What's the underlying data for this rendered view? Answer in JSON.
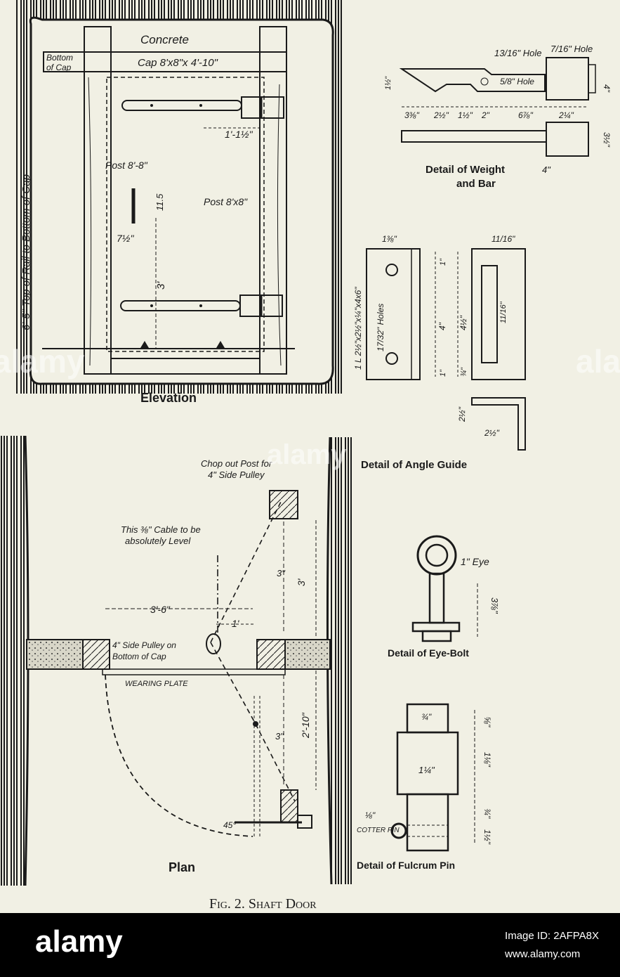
{
  "elevation": {
    "title": "Elevation",
    "cap_word": "Concrete",
    "cap_size": "Cap 8'x8\"x 4'-10\"",
    "bottom_of_cap": [
      "Bottom",
      "of Cap"
    ],
    "vertical_dim": "6'-5\" Top of Rail to Bottom of Cap",
    "post_left": "Post 8'-8\"",
    "post_right": "Post 8'x8\"",
    "dim_1_1_2": "1'-1½\"",
    "dim_11_5": "11.5",
    "dim_7_5": "7½\"",
    "dim_3": "3'"
  },
  "weight_detail": {
    "title": [
      "Detail of Weight",
      "and Bar"
    ],
    "hole_13_16": "13/16\" Hole",
    "hole_7_16": "7/16\" Hole",
    "hole_5_8": "5/8\" Hole",
    "dims_bottom": [
      "3⅜\"",
      "2½\"",
      "1½\"",
      "2\"",
      "6⅞\"",
      "2¼\""
    ],
    "dim_4": "4\"",
    "dim_3_5": "3½\"",
    "dim_1_5": "1½\"",
    "dim_4_weight": "4\""
  },
  "angle_detail": {
    "title": "Detail of Angle Guide",
    "member_label": "1 L 2½\"x2½\"x¼\"x4x6\"",
    "holes_label": "17/32\" Holes",
    "dim_1_3_8": "1⅜\"",
    "dim_11_16": "11/16\"",
    "dim_4": "4\"",
    "dim_4_5": "4½\"",
    "dim_1_2": "1\"",
    "dim_3_4": "¾\"",
    "dim_1_top": "1\"",
    "dim_2_5_a": "2½\"",
    "dim_2_5_b": "2½\""
  },
  "plan": {
    "title": "Plan",
    "chop_out": [
      "Chop out Post for",
      "4\" Side Pulley"
    ],
    "cable_note": [
      "This ⅜\" Cable to be",
      "absolutely Level"
    ],
    "dim_3_6": "3'-6\"",
    "dim_1": "1'",
    "dim_3_small_a": "3\"",
    "dim_3_big": "3'",
    "pulley_note": [
      "4\" Side Pulley on",
      "Bottom of Cap"
    ],
    "wearing_plate": "WEARING PLATE",
    "dim_2_10": "2'-10\"",
    "dim_3_small_b": "3\"",
    "dim_angle": "45°"
  },
  "eye_bolt": {
    "title": "Detail of Eye-Bolt",
    "eye_label": "1\" Eye",
    "dim_3_8": "3⅞\""
  },
  "fulcrum": {
    "title": "Detail of Fulcrum Pin",
    "dim_3_4_top": "¾\"",
    "dim_5_8": "⅝\"",
    "dim_1_25": "1¼\"",
    "dim_1_8": "1⅛\"",
    "dim_3_4_mid": "¾\"",
    "dim_1_5": "1½\"",
    "cotter": "COTTER PIN",
    "cotter_size": "⅛\""
  },
  "caption": "Fig. 2. Shaft Door",
  "watermark": "alamy",
  "footer": {
    "logo": "alamy",
    "image_id": "Image ID: 2AFPA8X",
    "url": "www.alamy.com"
  },
  "colors": {
    "paper": "#f1f0e4",
    "ink": "#1a1a1a",
    "footer": "#000000"
  }
}
